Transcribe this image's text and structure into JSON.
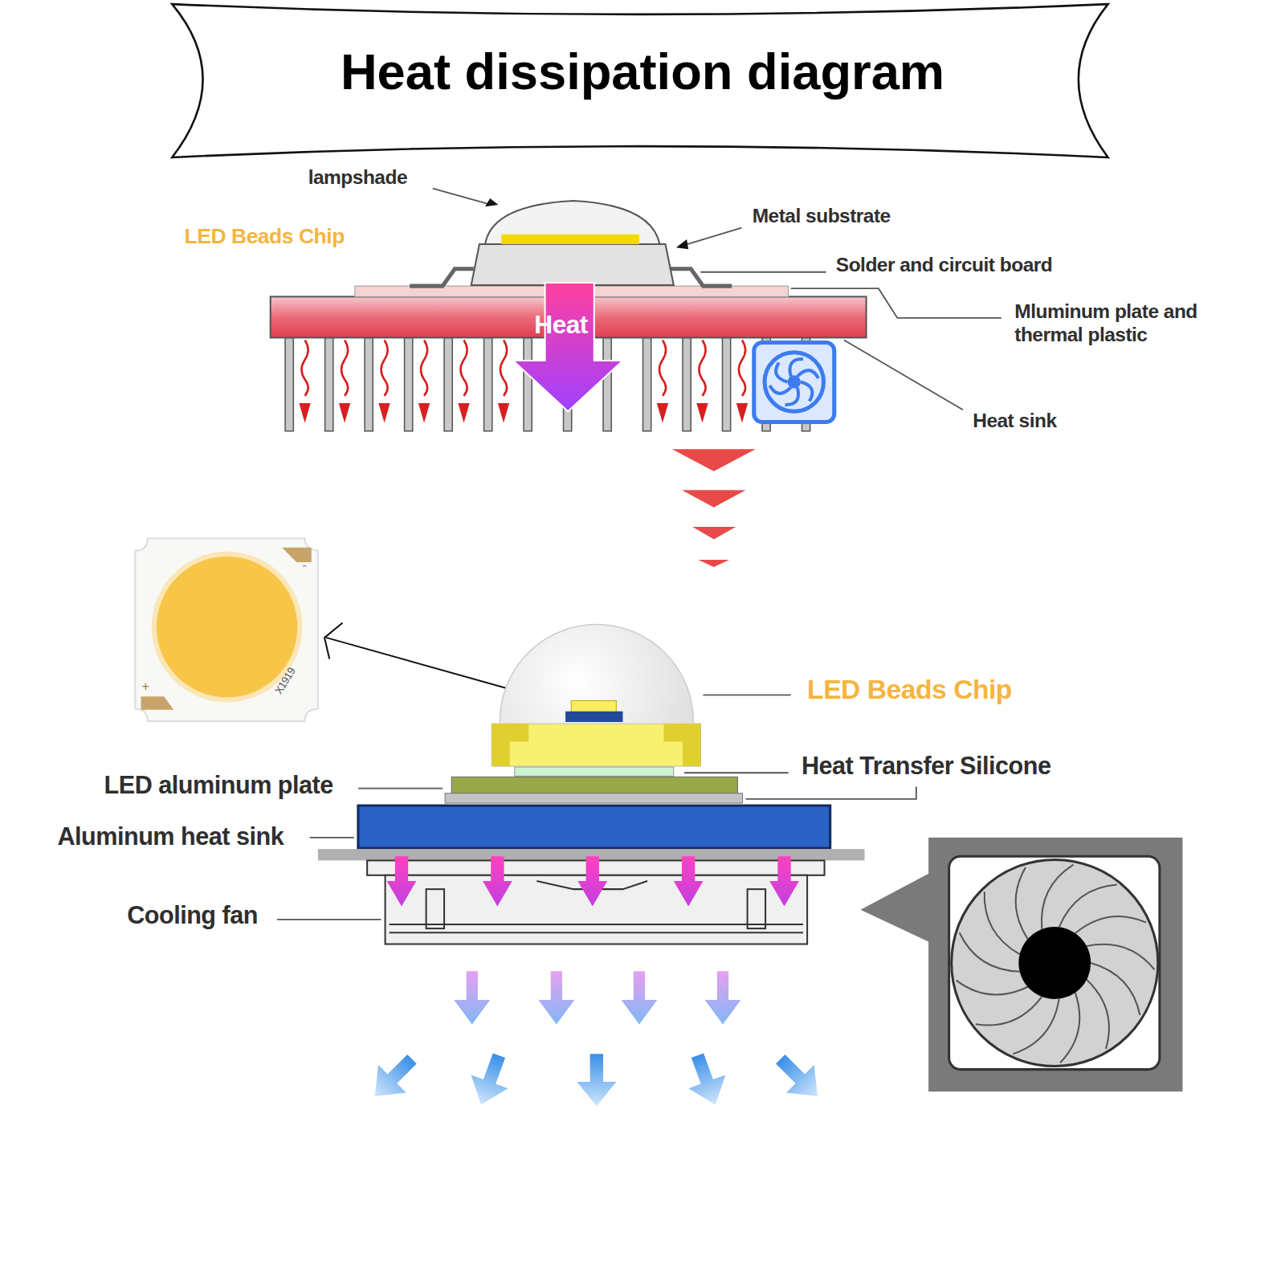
{
  "diagram": {
    "title": "Heat dissipation diagram",
    "labels": [
      "lampshade",
      "LED Beads Chip",
      "Metal substrate",
      "Solder and circuit board",
      "Mluminum plate and thermal plastic",
      "Heat sink",
      "Heat",
      "LED Beads Chip",
      "Heat Transfer Silicone",
      "LED aluminum plate",
      "Aluminum heat sink",
      "Cooling fan",
      "X1919",
      "+",
      "-"
    ]
  }
}
